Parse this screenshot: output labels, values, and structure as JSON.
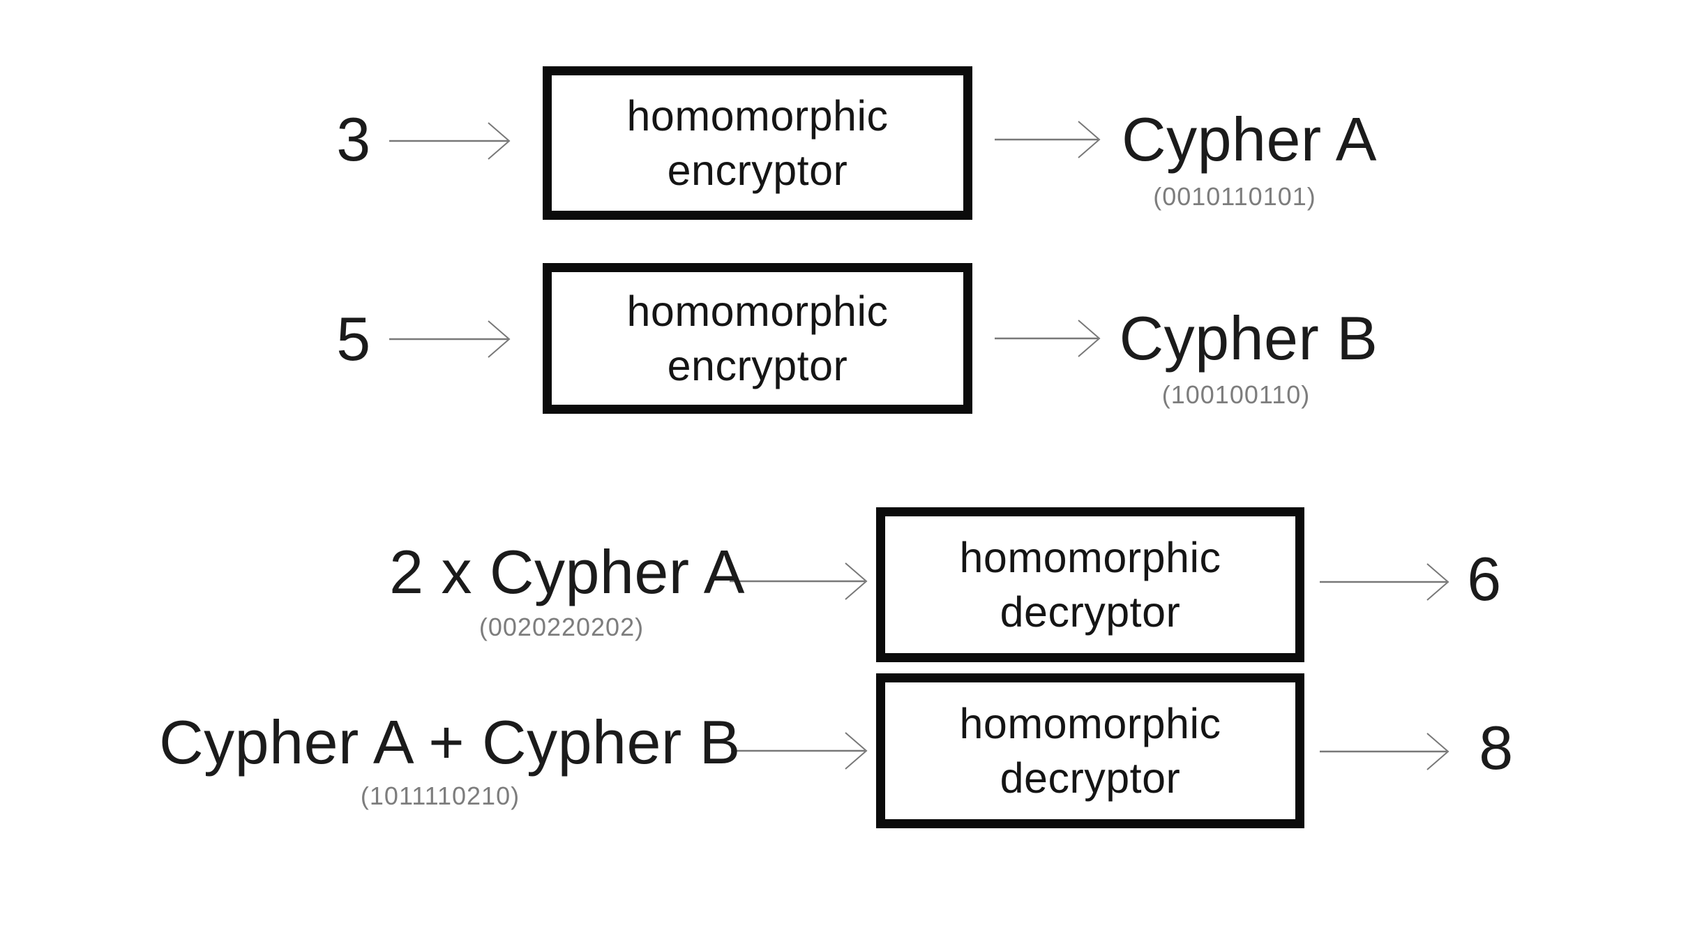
{
  "diagram": {
    "rows": [
      {
        "input": "3",
        "box_line1": "homomorphic",
        "box_line2": "encryptor",
        "output": "Cypher A",
        "output_sub": "(0010110101)"
      },
      {
        "input": "5",
        "box_line1": "homomorphic",
        "box_line2": "encryptor",
        "output": "Cypher B",
        "output_sub": "(100100110)"
      },
      {
        "input": "2 x Cypher A",
        "input_sub": "(0020220202)",
        "box_line1": "homomorphic",
        "box_line2": "decryptor",
        "output": "6"
      },
      {
        "input": "Cypher A + Cypher B",
        "input_sub": "(1011110210)",
        "box_line1": "homomorphic",
        "box_line2": "decryptor",
        "output": "8"
      }
    ],
    "icons": {
      "arrow": "right-arrow"
    },
    "colors": {
      "background": "#ffffff",
      "text": "#1b1b1b",
      "muted_text": "#7d7d7d",
      "arrow": "#787878",
      "box_border": "#0b0b0b"
    }
  }
}
